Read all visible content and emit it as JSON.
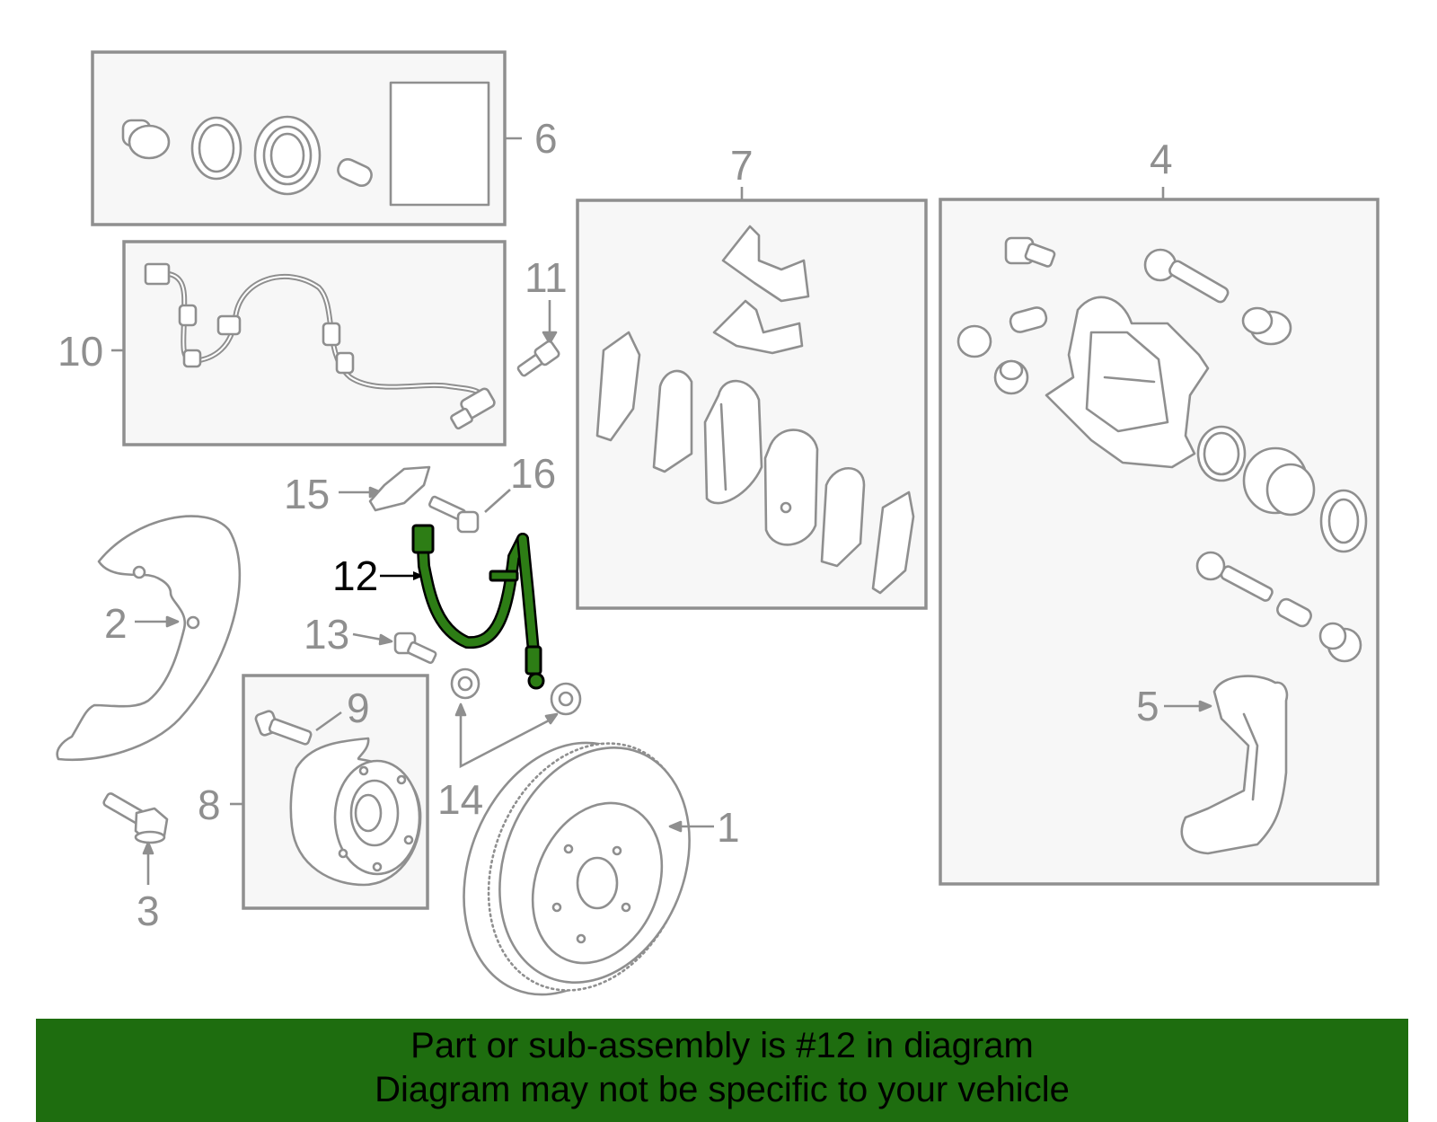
{
  "callouts": {
    "c1": "1",
    "c2": "2",
    "c3": "3",
    "c4": "4",
    "c5": "5",
    "c6": "6",
    "c7": "7",
    "c8": "8",
    "c9": "9",
    "c10": "10",
    "c11": "11",
    "c12": "12",
    "c13": "13",
    "c14": "14",
    "c15": "15",
    "c16": "16"
  },
  "highlight": {
    "callout": "12",
    "color": "#1e6d0f"
  },
  "banner": {
    "line1": "Part or sub-assembly is #12 in diagram",
    "line2": "Diagram may not be specific to your vehicle",
    "background": "#1e6d0f"
  },
  "colors": {
    "lines": "#8f8f8f",
    "box_fill": "#f7f7f7",
    "highlight_part": "#2d7d15"
  }
}
